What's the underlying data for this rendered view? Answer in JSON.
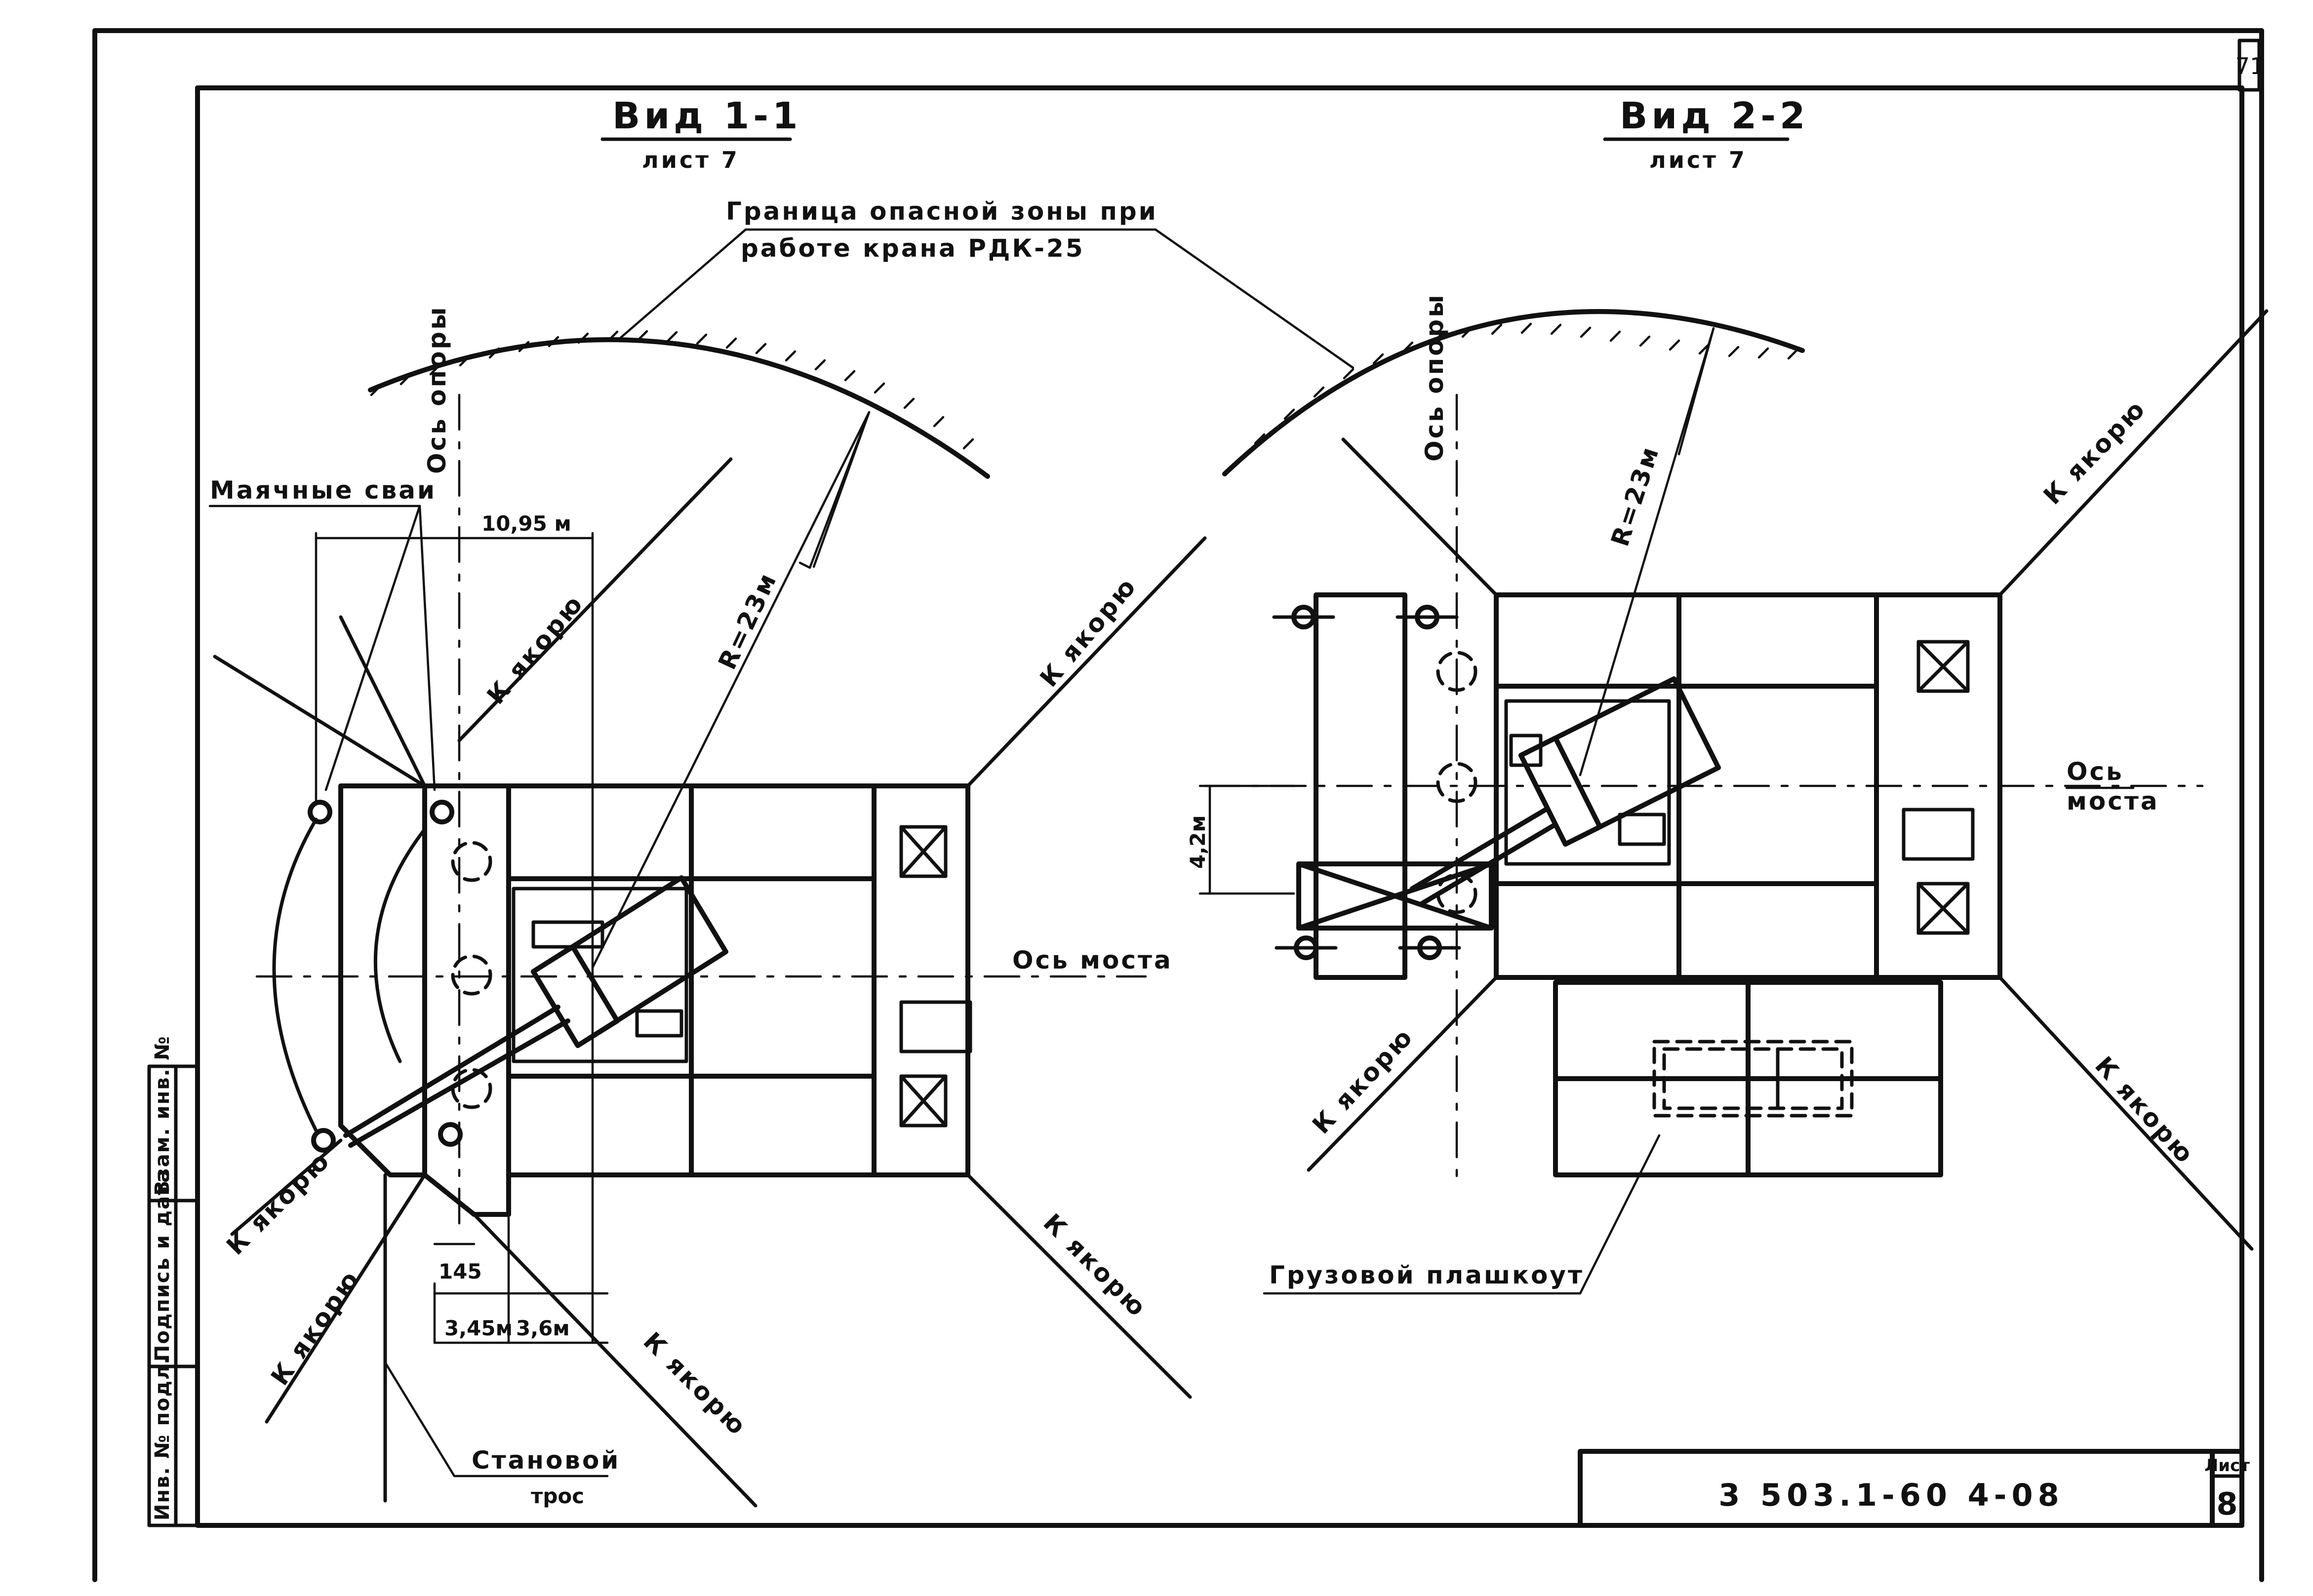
{
  "sheet_corner_number": "71",
  "view_1": {
    "title": "Вид 1-1",
    "sheet_ref": "лист 7",
    "axis_support": "Ось опоры",
    "axis_bridge": "Ось моста",
    "label_beacon_piles": "Маячные сваи",
    "label_radius": "R=23м",
    "dim_width": "10,95 м",
    "dim_145": "145",
    "dim_345": "3,45м",
    "dim_36": "3,6м",
    "anchor_label": "К якорю",
    "label_cable_1": "Становой",
    "label_cable_2": "трос"
  },
  "view_2": {
    "title": "Вид 2-2",
    "sheet_ref": "лист 7",
    "axis_support": "Ось опоры",
    "axis_bridge_1": "Ось",
    "axis_bridge_2": "моста",
    "label_radius": "R=23м",
    "dim_42": "4,2м",
    "anchor_label": "К якорю",
    "label_barge": "Грузовой плашкоут"
  },
  "danger_zone_line_1": "Граница опасной зоны при",
  "danger_zone_line_2": "работе крана РДК-25",
  "side_stamp": [
    "Инв. № подл.",
    "Подпись и дата",
    "Взам. инв. №"
  ],
  "title_block": {
    "doc_code": "3 503.1-60 4-08",
    "sheet_label": "Лист",
    "sheet_number": "8"
  }
}
